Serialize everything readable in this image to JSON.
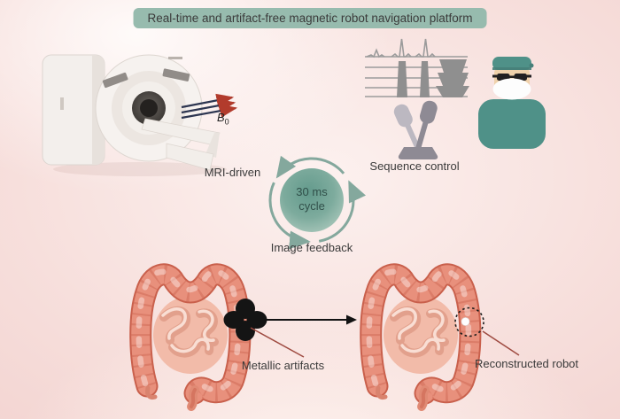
{
  "banner": {
    "label": "Real-time and artifact-free magnetic robot navigation platform"
  },
  "mri": {
    "caption": "MRI-driven",
    "field_symbol": "B",
    "field_subscript": "0"
  },
  "cycle": {
    "duration": "30 ms",
    "unit": "cycle",
    "caption": "Image feedback"
  },
  "control": {
    "caption": "Sequence control"
  },
  "comparison": {
    "left_caption": "Metallic artifacts",
    "right_caption": "Reconstructed robot"
  },
  "icons": {
    "mri_scanner": "mri-scanner-icon",
    "b0_arrows": "b0-field-arrows-icon",
    "cycle_rotation": "rotation-arrows-icon",
    "pulse_sequence": "pulse-sequence-icon",
    "joystick": "joystick-icon",
    "surgeon": "surgeon-icon",
    "colon": "colon-illustration",
    "metallic_artifact": "metallic-artifact-clover-icon",
    "robot_marker": "reconstructed-robot-marker-icon",
    "flow_arrow": "right-arrow-icon"
  },
  "colors": {
    "background_pink": "#f6dcd8",
    "banner_green": "#97bbae",
    "teal_accent": "#4f9188",
    "cycle_teal": "#6ba193",
    "icon_gray": "#9b9b9b",
    "colon_salmon": "#e8907c",
    "artifact_black": "#141414",
    "pointer_red": "#9e4a40",
    "arrow_navy": "#2c3550",
    "arrowhead_red": "#b23b2c",
    "text_dark": "#3a3a3a"
  }
}
